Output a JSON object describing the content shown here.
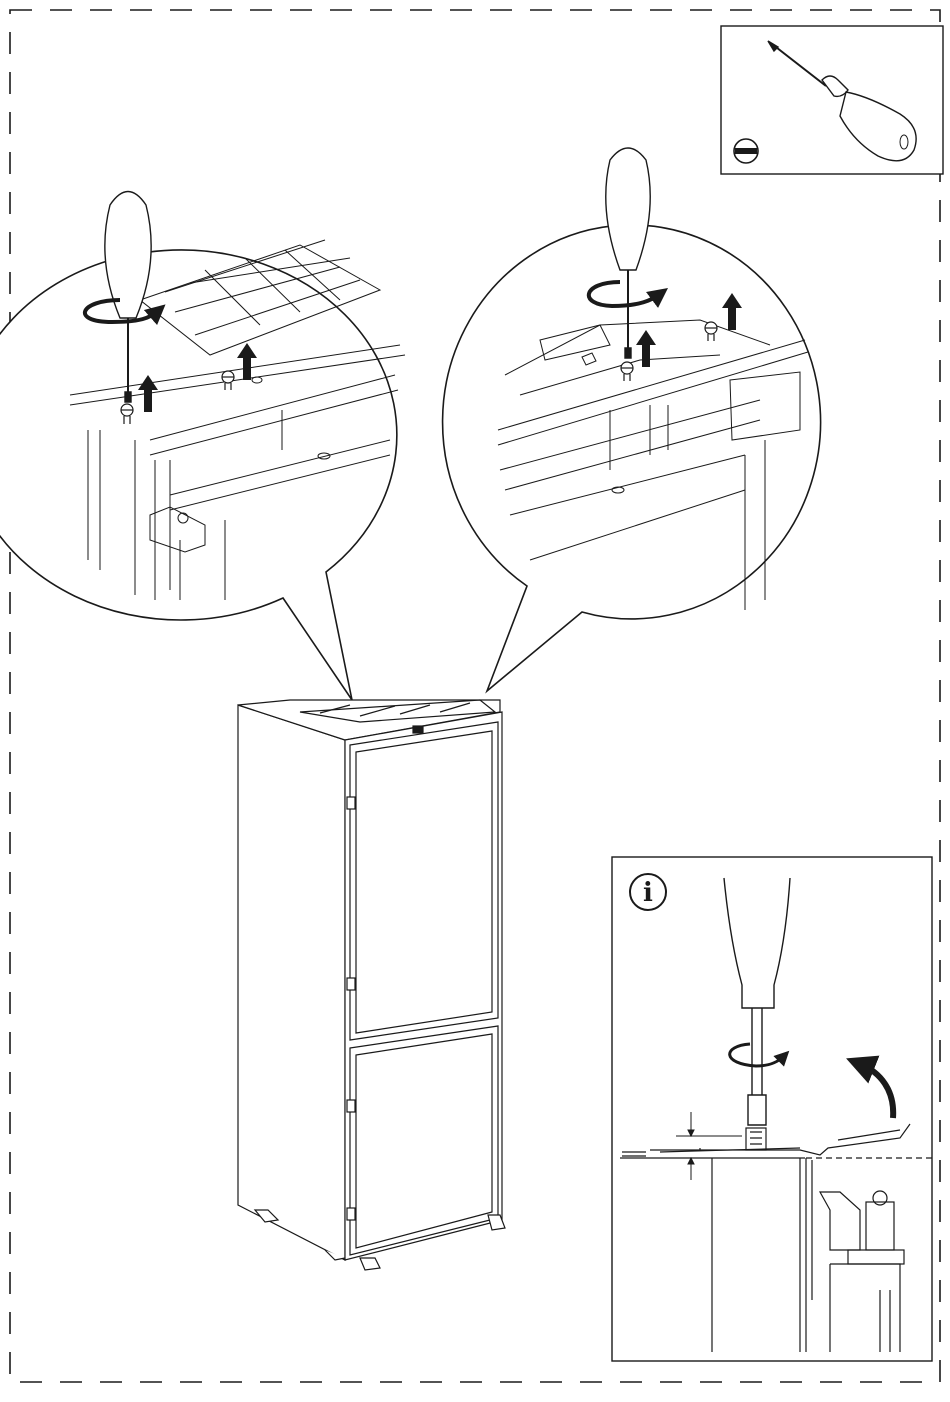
{
  "page": {
    "background": "#ffffff",
    "ink": "#1a1a1a"
  },
  "tool_box": {
    "tool": "flat-blade-screwdriver",
    "icon": "slotted-screw-icon"
  },
  "callouts": [
    {
      "id": "left",
      "tool": "screwdriver",
      "rotation": "turn-arrow",
      "screws": 2,
      "lift_arrows": 2
    },
    {
      "id": "right",
      "tool": "screwdriver",
      "rotation": "turn-arrow",
      "screws": 2,
      "lift_arrows": 2
    }
  ],
  "info_panel": {
    "symbol": "i",
    "icon": "info-icon",
    "tool": "screwdriver",
    "rotation": "turn-arrow",
    "lift_arrow": "curved-arrow"
  },
  "appliance": "built-in-fridge-freezer"
}
